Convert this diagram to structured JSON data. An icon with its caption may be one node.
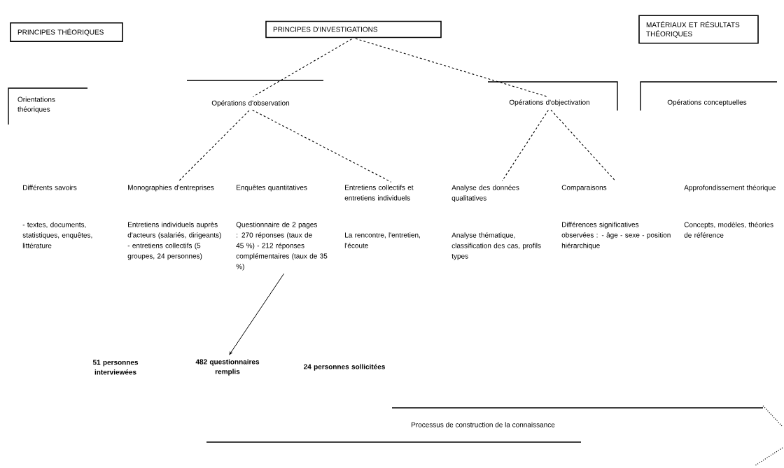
{
  "diagram": {
    "nodes": [
      {
        "text": [
          "PRINCIPES THÉORIQUES"
        ]
      },
      {
        "text": [
          "PRINCIPES D'INVESTIGATIONS"
        ]
      },
      {
        "text": [
          "MATÉRIAUX ET RÉSULTATS THÉORIQUES"
        ]
      },
      {
        "text": [
          "Orientations théoriques"
        ]
      },
      {
        "text": [
          "Opérations d'observation"
        ]
      },
      {
        "text": [
          "Opérations d'objectivation"
        ]
      },
      {
        "text": [
          "Opérations conceptuelles"
        ]
      },
      {
        "text": [
          "Différents savoirs",
          "- textes, documents, statistiques, enquêtes, littérature"
        ]
      },
      {
        "text": [
          "Monographies d'entreprises",
          "Entretiens individuels auprès d'acteurs (salariés, dirigeants) - entretiens collectifs (5 groupes, 24 personnes)"
        ]
      },
      {
        "text": [
          "Enquêtes quantitatives",
          "Questionnaire de 2 pages : 270 réponses (taux de 45 %) - 212 réponses complémentaires (taux de 35 %)"
        ]
      },
      {
        "text": [
          "Entretiens collectifs et entretiens individuels",
          "La rencontre, l'entretien, l'écoute"
        ]
      },
      {
        "text": [
          "Analyse des données qualitatives",
          "Analyse thématique, classification des cas, profils types"
        ]
      },
      {
        "text": [
          "Comparaisons",
          "Différences significatives observées : - âge - sexe - position hiérarchique"
        ]
      },
      {
        "text": [
          "Approfondissement théorique",
          "Concepts, modèles, théories de référence"
        ]
      },
      {
        "text": [
          "51 personnes interviewées"
        ]
      },
      {
        "text": [
          "482 questionnaires remplis"
        ]
      },
      {
        "text": [
          "24 personnes sollicitées"
        ]
      },
      {
        "text": [
          "Processus de construction de la connaissance"
        ]
      }
    ],
    "edges": [
      {
        "from": 1,
        "to": 4,
        "arrow": "none",
        "style": "dashed"
      },
      {
        "from": 1,
        "to": 5,
        "arrow": "none",
        "style": "dashed"
      },
      {
        "from": 4,
        "to": 8,
        "arrow": "none",
        "style": "dashed"
      },
      {
        "from": 4,
        "to": 10,
        "arrow": "none",
        "style": "dashed"
      },
      {
        "from": 5,
        "to": 11,
        "arrow": "none",
        "style": "dashed"
      },
      {
        "from": 5,
        "to": 12,
        "arrow": "none",
        "style": "dashed"
      },
      {
        "from": 9,
        "to": 15,
        "arrow": "to"
      }
    ]
  }
}
